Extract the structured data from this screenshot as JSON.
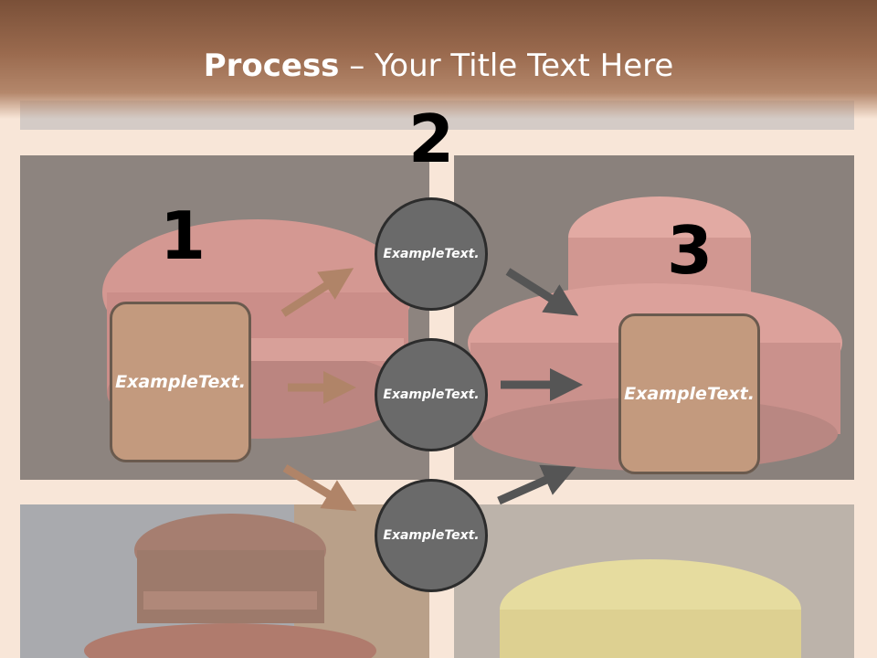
{
  "title": {
    "bold": "Process",
    "rest": " – Your Title Text Here"
  },
  "steps": {
    "one": "1",
    "two": "2",
    "three": "3"
  },
  "boxes": {
    "left": "Example Text.",
    "right": "Example Text."
  },
  "circles": [
    "Example Text.",
    "Example Text.",
    "Example Text."
  ],
  "colors": {
    "title_bar": "#8a5c42",
    "box_fill": "#c39a7e",
    "circle_fill": "#6a6a6a",
    "arrow_tan": "#b08468",
    "arrow_gray": "#555555",
    "background": "#f8e6d8"
  }
}
